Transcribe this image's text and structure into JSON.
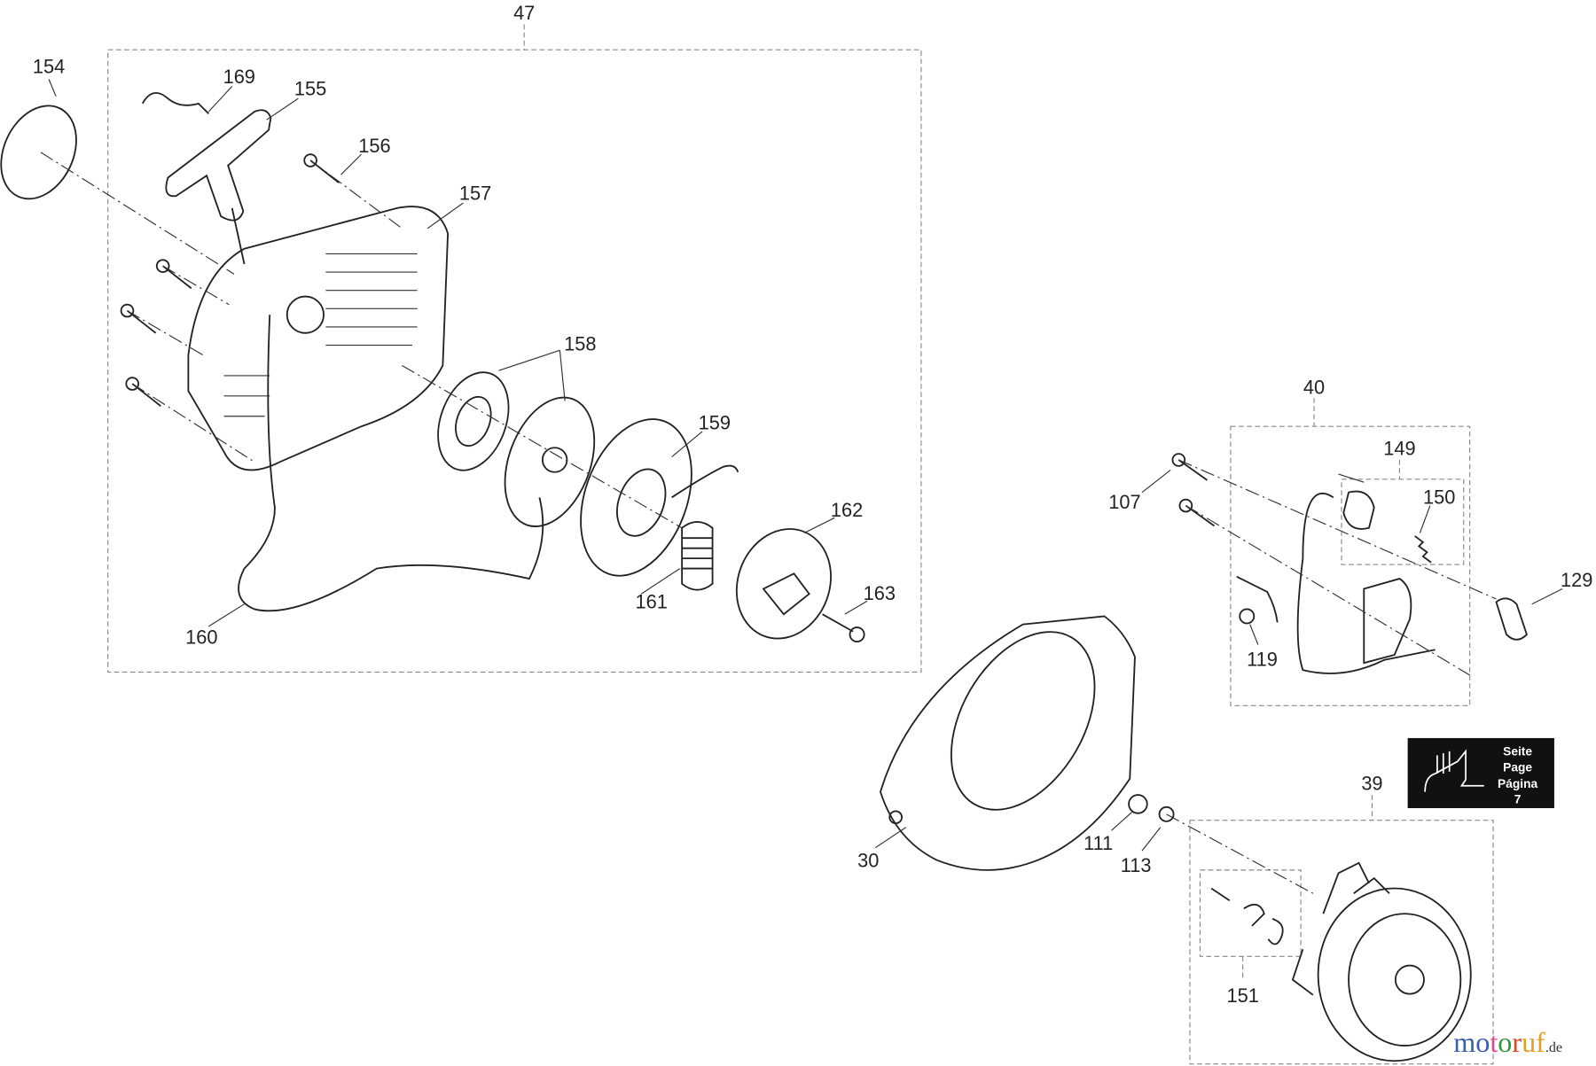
{
  "callouts": {
    "c47": "47",
    "c154": "154",
    "c169": "169",
    "c155": "155",
    "c156": "156",
    "c157": "157",
    "c158": "158",
    "c159": "159",
    "c162": "162",
    "c163": "163",
    "c161": "161",
    "c160": "160",
    "c40": "40",
    "c149": "149",
    "c150": "150",
    "c107": "107",
    "c129": "129",
    "c119": "119",
    "c30": "30",
    "c111": "111",
    "c113": "113",
    "c39": "39",
    "c151": "151"
  },
  "page_reference": {
    "icon": "starter-cord-icon",
    "line1": "Seite",
    "line2": "Page",
    "line3": "Página",
    "number": "7",
    "background": "#111111"
  },
  "watermark": {
    "letters": [
      "m",
      "o",
      "t",
      "o",
      "r",
      "u",
      "f"
    ],
    "colors": [
      "#3a5fb0",
      "#3a5fb0",
      "#e04a8a",
      "#2e9a3c",
      "#d04a2a",
      "#e0a020",
      "#e0a020"
    ],
    "suffix": ".de"
  }
}
